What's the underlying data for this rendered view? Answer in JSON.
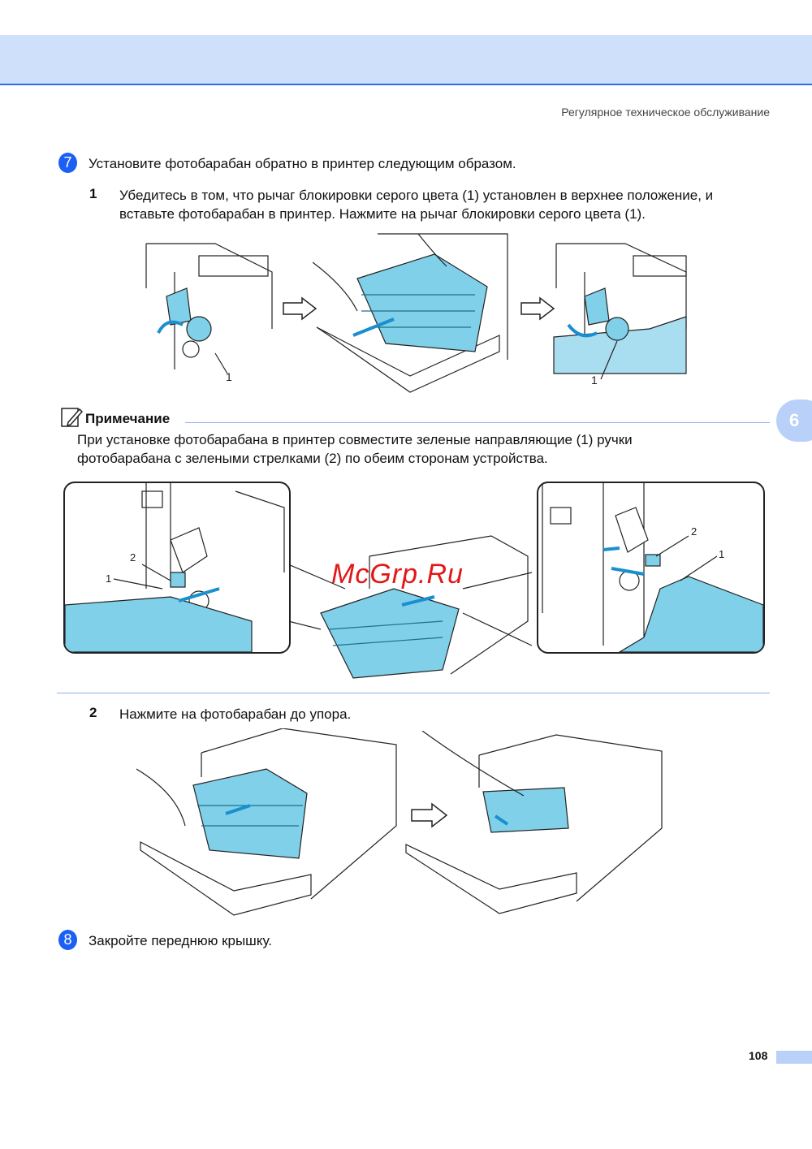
{
  "header": {
    "running_title": "Регулярное техническое обслуживание"
  },
  "steps": [
    {
      "number": "7",
      "text": "Установите фотобарабан обратно в принтер следующим образом."
    },
    {
      "number": "8",
      "text": "Закройте переднюю крышку."
    }
  ],
  "substeps": [
    {
      "number": "1",
      "lines": [
        "Убедитесь в том, что рычаг блокировки серого цвета (1) установлен в верхнее положение, и",
        "вставьте фотобарабан в принтер. Нажмите на рычаг блокировки серого цвета (1)."
      ]
    },
    {
      "number": "2",
      "lines": [
        "Нажмите на фотобарабан до упора."
      ]
    }
  ],
  "note": {
    "title": "Примечание",
    "lines": [
      "При установке фотобарабана в принтер совместите зеленые направляющие (1) ручки",
      "фотобарабана с зелеными стрелками (2) по обеим сторонам устройства."
    ]
  },
  "callouts": {
    "one": "1",
    "two": "2"
  },
  "chapter_tab": "6",
  "watermark": "McGrp.Ru",
  "page_number": "108",
  "colors": {
    "band": "#cfe0fb",
    "accent": "#1b5ff5",
    "illustration": "#7fd0e8"
  }
}
